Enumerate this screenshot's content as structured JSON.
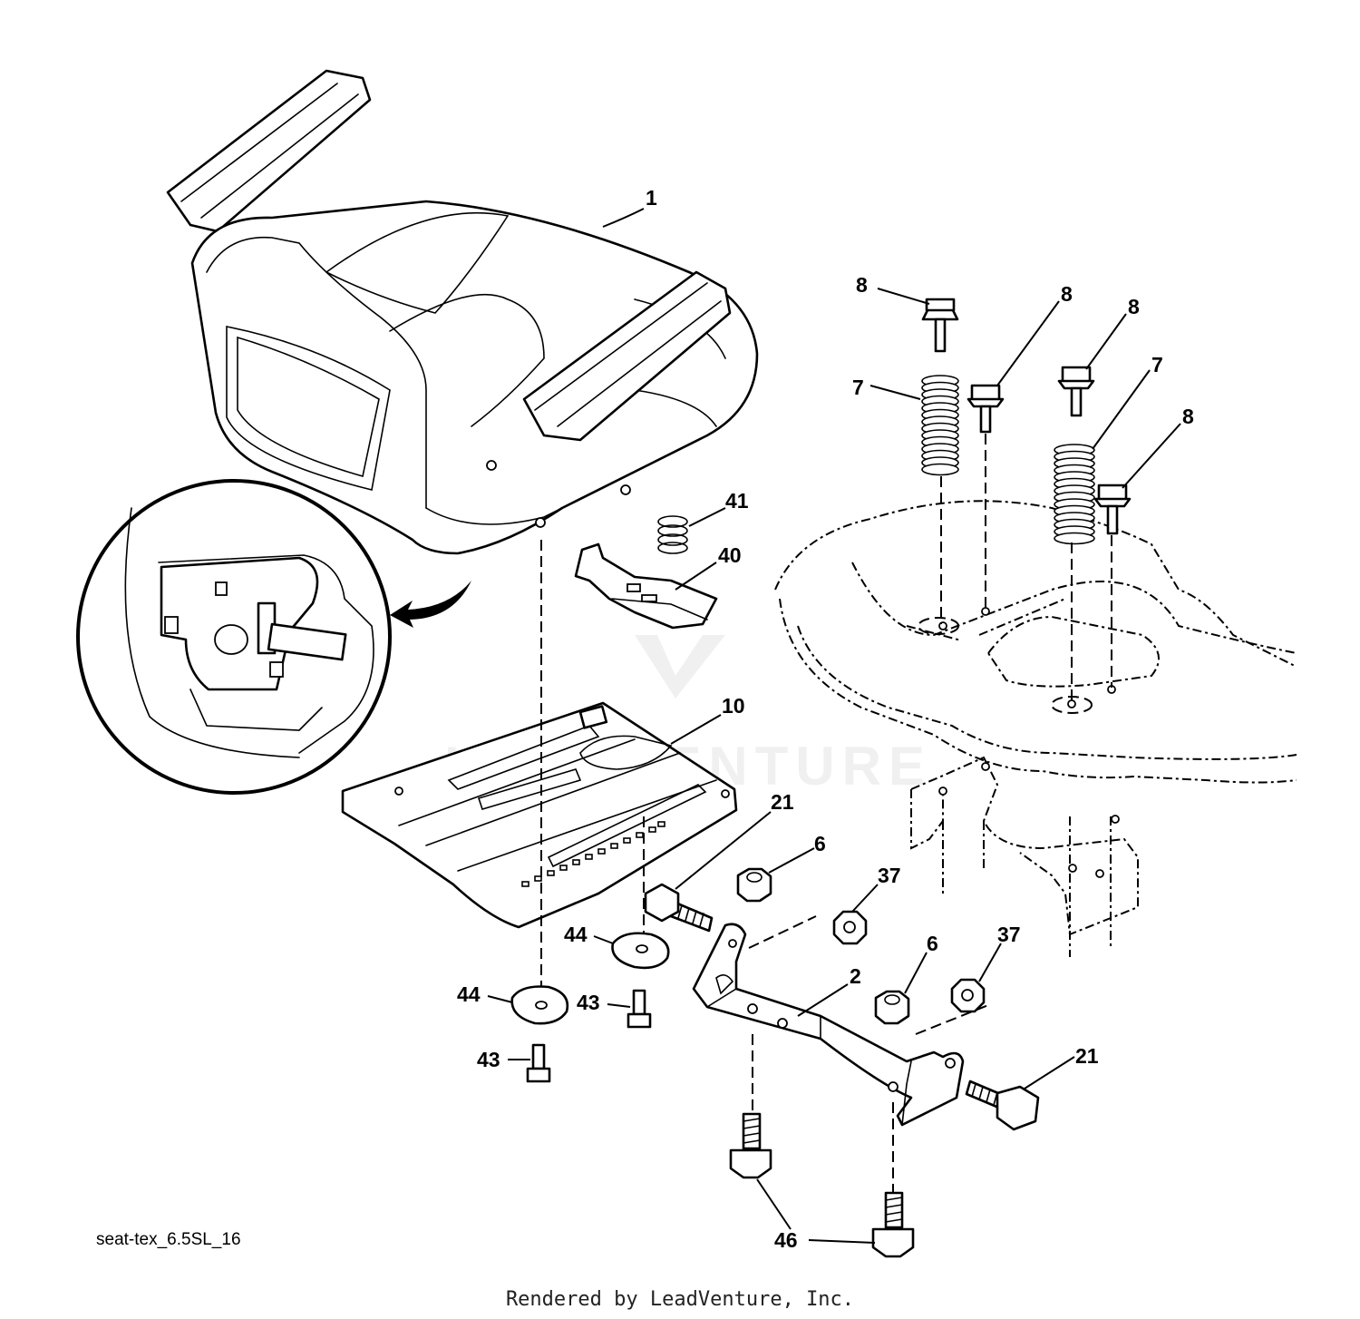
{
  "diagram": {
    "code": "seat-tex_6.5SL_16",
    "footer": "Rendered by LeadVenture, Inc.",
    "watermark": "LEADVENTURE",
    "callouts": {
      "seat": "1",
      "bolt_8_a": "8",
      "bolt_8_b": "8",
      "bolt_8_c": "8",
      "bolt_8_d": "8",
      "spring_7_a": "7",
      "spring_7_b": "7",
      "spring_41": "41",
      "clip_40": "40",
      "seat_pan": "10",
      "bolt_21_a": "21",
      "bolt_21_b": "21",
      "nut_6_a": "6",
      "nut_6_b": "6",
      "nut_37_a": "37",
      "nut_37_b": "37",
      "bracket_2": "2",
      "washer_44_a": "44",
      "washer_44_b": "44",
      "screw_43_a": "43",
      "screw_43_b": "43",
      "bolt_46": "46"
    }
  }
}
